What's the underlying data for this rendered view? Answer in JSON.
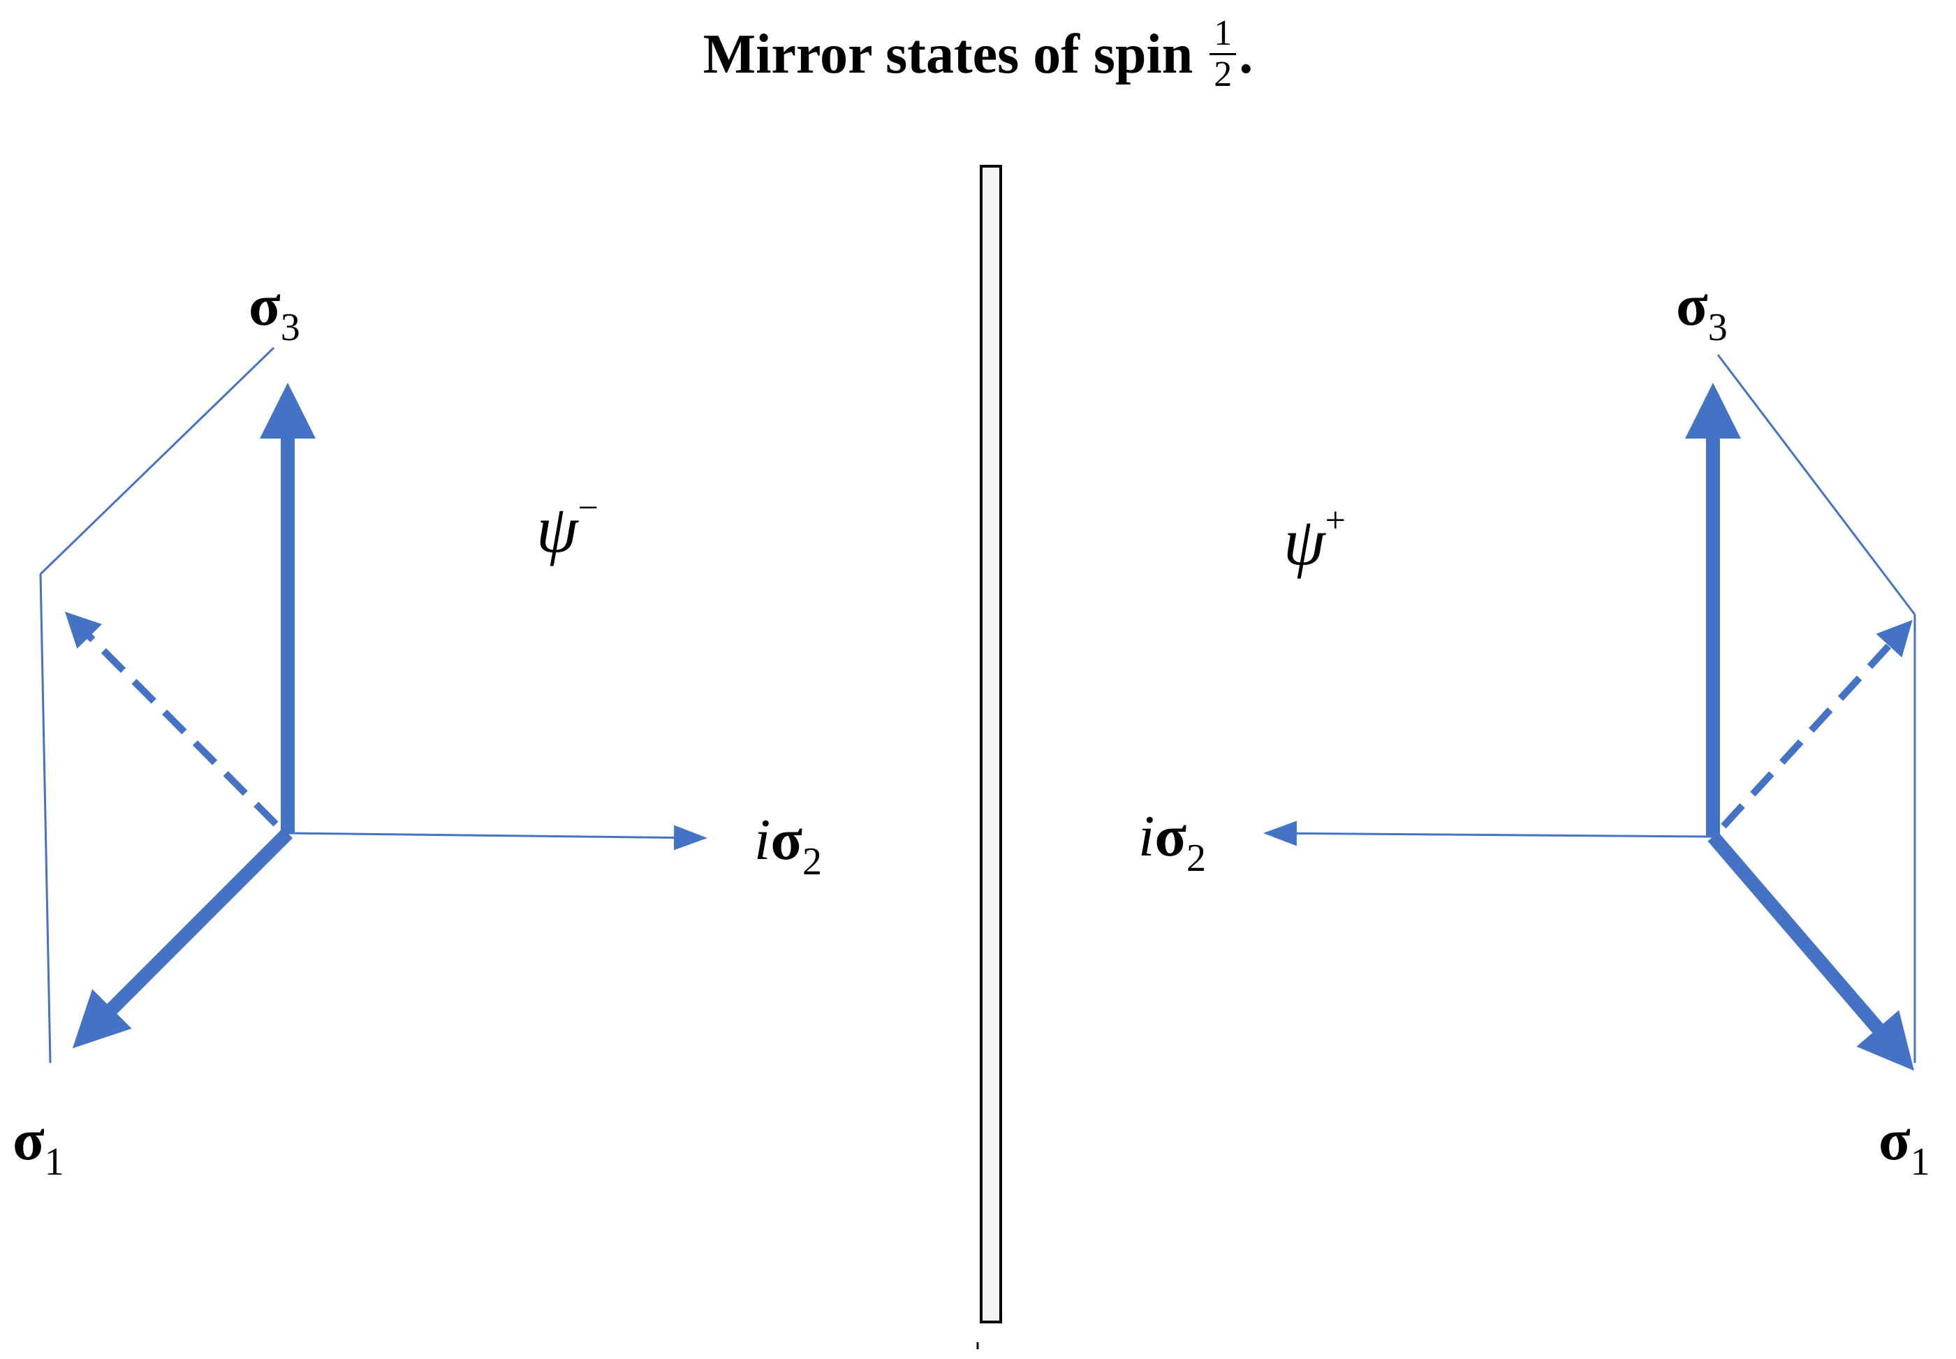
{
  "title": {
    "text": "Mirror states of spin",
    "fraction_numerator": "1",
    "fraction_denominator": "2",
    "trailing": "."
  },
  "left_state": {
    "state_label": "ψ",
    "state_sign": "−",
    "axes": {
      "sigma3": {
        "symbol": "σ",
        "subscript": "3"
      },
      "sigma1": {
        "symbol": "σ",
        "subscript": "1"
      },
      "i_sigma2": {
        "prefix": "i",
        "symbol": "σ",
        "subscript": "2"
      }
    }
  },
  "right_state": {
    "state_label": "ψ",
    "state_sign": "+",
    "axes": {
      "sigma3": {
        "symbol": "σ",
        "subscript": "3"
      },
      "sigma1": {
        "symbol": "σ",
        "subscript": "1"
      },
      "i_sigma2": {
        "prefix": "i",
        "symbol": "σ",
        "subscript": "2"
      }
    }
  },
  "colors": {
    "arrow_blue": "#4472c4",
    "mirror_fill": "#f4f4f4",
    "mirror_stroke": "#000000",
    "text": "#000000"
  }
}
